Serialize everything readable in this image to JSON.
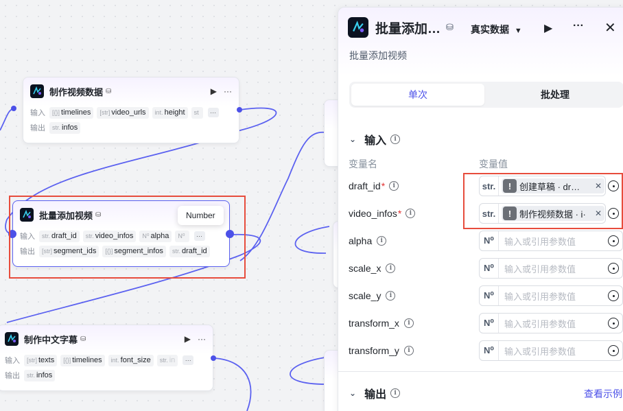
{
  "nodes": {
    "video_data": {
      "title": "制作视频数据",
      "input_label": "输入",
      "output_label": "输出",
      "inputs": [
        {
          "type": "[{}]",
          "name": "timelines"
        },
        {
          "type": "[str]",
          "name": "video_urls"
        },
        {
          "type": "int.",
          "name": "height"
        },
        {
          "type": "st",
          "name": ""
        }
      ],
      "outputs": [
        {
          "type": "str.",
          "name": "infos"
        }
      ],
      "more": "···"
    },
    "batch_add_video": {
      "title": "批量添加视频",
      "input_label": "输入",
      "output_label": "输出",
      "inputs": [
        {
          "type": "str.",
          "name": "draft_id"
        },
        {
          "type": "str.",
          "name": "video_infos"
        },
        {
          "type": "N⁰",
          "name": "alpha"
        },
        {
          "type": "N⁰",
          "name": ""
        }
      ],
      "outputs": [
        {
          "type": "[str]",
          "name": "segment_ids"
        },
        {
          "type": "[{}]",
          "name": "segment_infos"
        },
        {
          "type": "str.",
          "name": "draft_id"
        }
      ],
      "more": "···"
    },
    "cn_subtitle": {
      "title": "制作中文字幕",
      "input_label": "输入",
      "output_label": "输出",
      "inputs": [
        {
          "type": "[str]",
          "name": "texts"
        },
        {
          "type": "[{}]",
          "name": "timelines"
        },
        {
          "type": "int.",
          "name": "font_size"
        },
        {
          "type": "str.",
          "name": "in"
        }
      ],
      "outputs": [
        {
          "type": "str.",
          "name": "infos"
        }
      ],
      "more": "···"
    }
  },
  "tooltip": "Number",
  "panel": {
    "title": "批量添加…",
    "data_mode": "真实数据",
    "subtitle": "批量添加视频",
    "tabs": [
      "单次",
      "批处理"
    ],
    "input_section": "输入",
    "col_name": "变量名",
    "col_value": "变量值",
    "params": [
      {
        "name": "draft_id",
        "required": "*",
        "type": "str.",
        "ref": "创建草稿 · dr…"
      },
      {
        "name": "video_infos",
        "required": "*",
        "type": "str.",
        "ref": "制作视频数据 · i·"
      },
      {
        "name": "alpha",
        "required": "",
        "type": "N⁰",
        "placeholder": "输入或引用参数值"
      },
      {
        "name": "scale_x",
        "required": "",
        "type": "N⁰",
        "placeholder": "输入或引用参数值"
      },
      {
        "name": "scale_y",
        "required": "",
        "type": "N⁰",
        "placeholder": "输入或引用参数值"
      },
      {
        "name": "transform_x",
        "required": "",
        "type": "N⁰",
        "placeholder": "输入或引用参数值"
      },
      {
        "name": "transform_y",
        "required": "",
        "type": "N⁰",
        "placeholder": "输入或引用参数值"
      }
    ],
    "output_section": "输出",
    "view_example": "查看示例"
  },
  "colors": {
    "accent": "#4c51e8",
    "highlight": "#e74c3c"
  },
  "icons": [
    "node-logo-icon",
    "debug-icon",
    "play-icon",
    "more-icon",
    "close-icon",
    "chevron-down-icon",
    "info-icon",
    "target-icon",
    "warning-icon"
  ]
}
